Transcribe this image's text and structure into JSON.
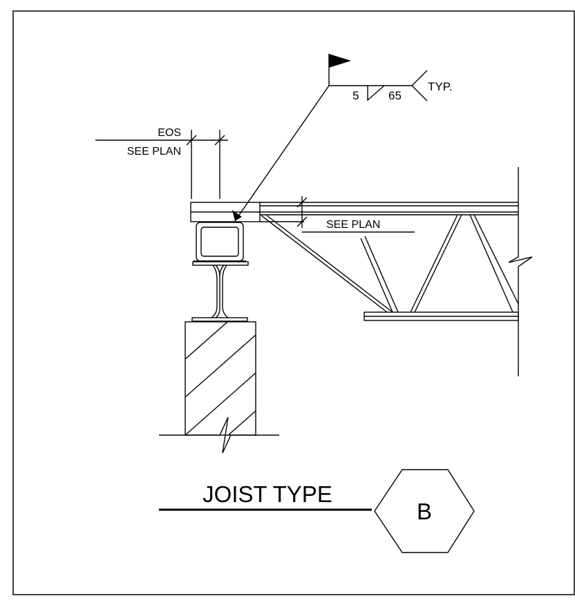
{
  "title": {
    "text": "JOIST TYPE",
    "tag": "B"
  },
  "weld": {
    "size": "5",
    "length": "65",
    "note": "TYP."
  },
  "dims": {
    "eos_label": "EOS",
    "eos_value": "SEE PLAN",
    "depth_value": "SEE PLAN"
  }
}
